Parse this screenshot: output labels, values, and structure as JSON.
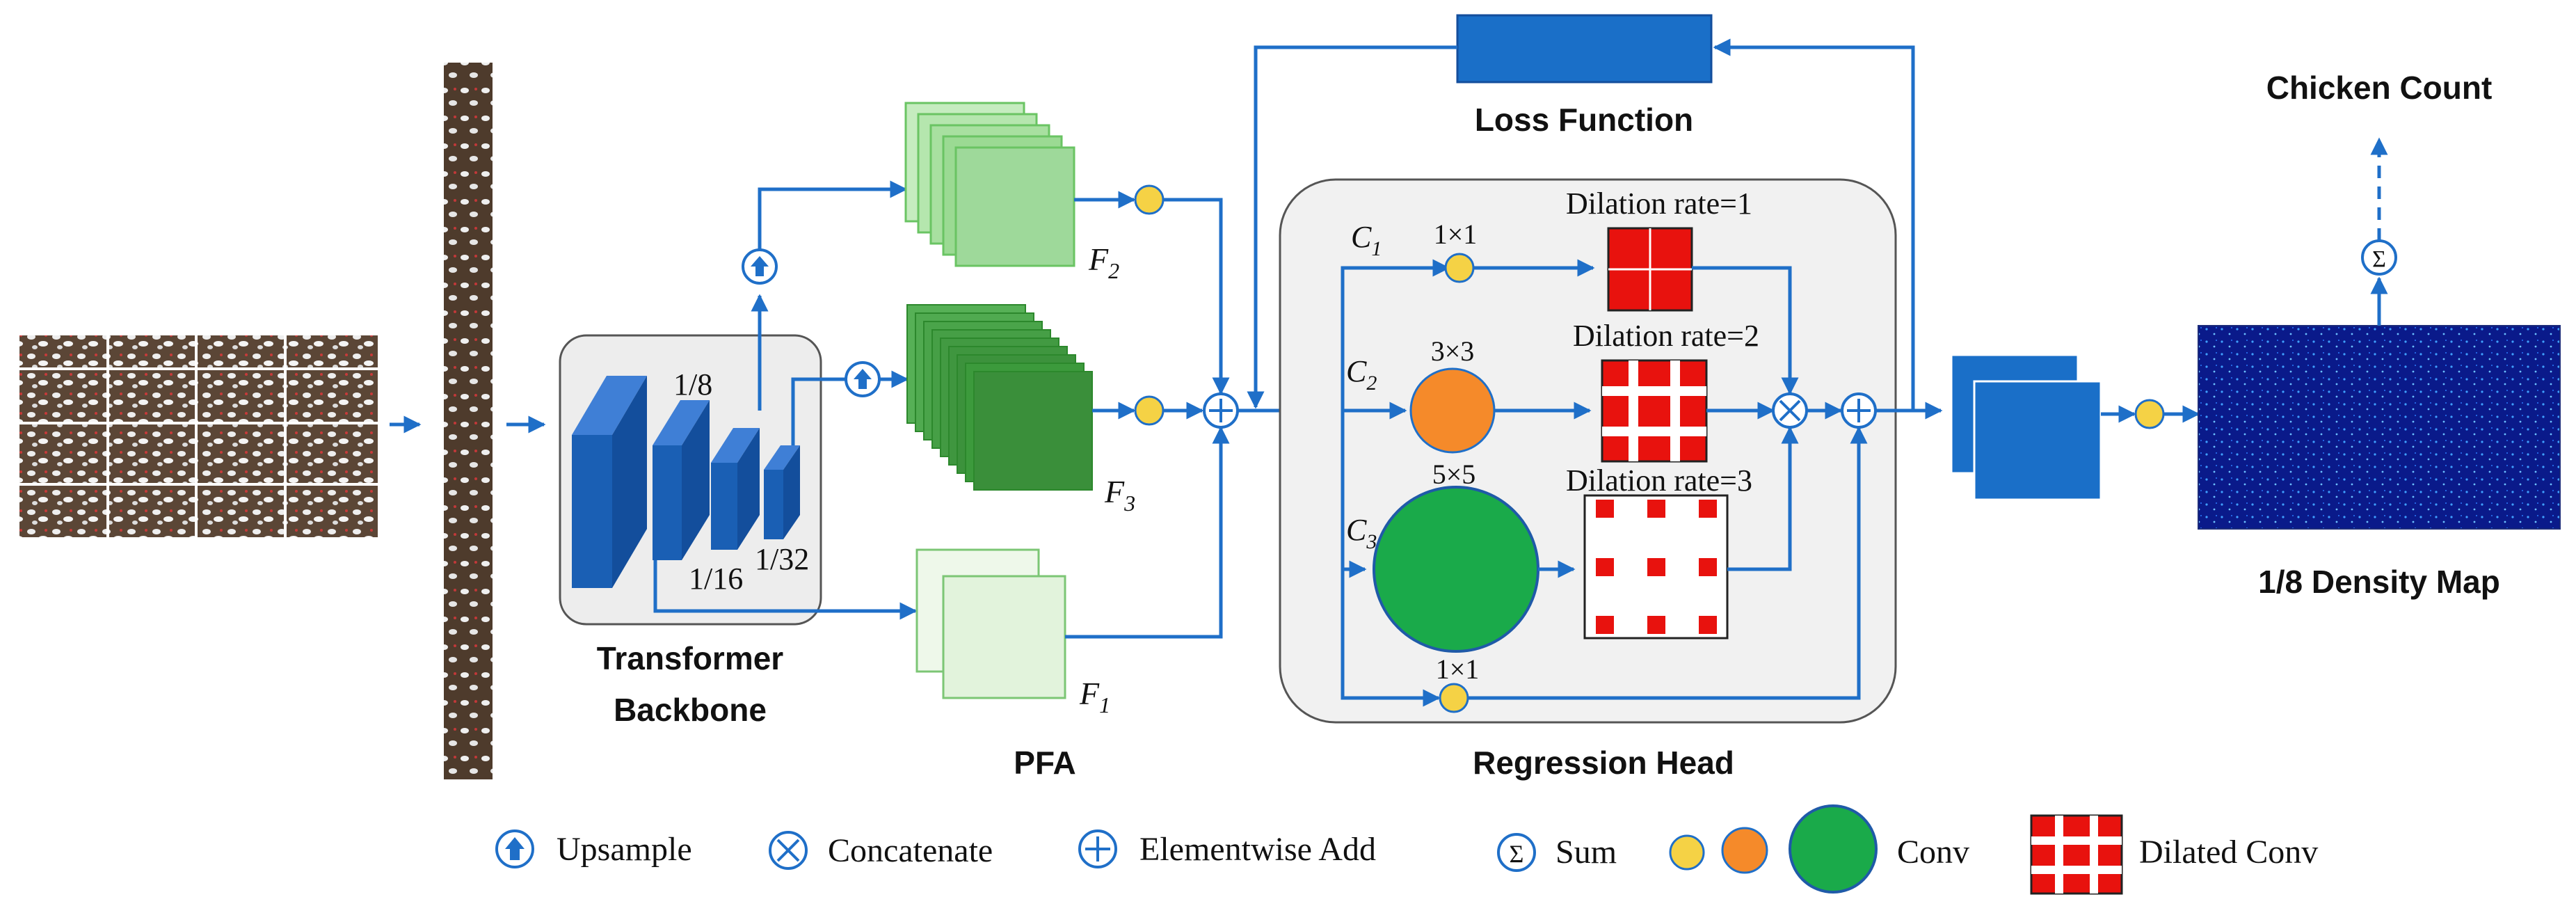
{
  "labels": {
    "transformer_backbone": [
      "Transformer",
      "Backbone"
    ],
    "scale_1_8": "1/8",
    "scale_1_16": "1/16",
    "scale_1_32": "1/32",
    "pfa": "PFA",
    "f2": "F",
    "f2_sub": "2",
    "f3": "F",
    "f3_sub": "3",
    "f1": "F",
    "f1_sub": "1",
    "loss_function": "Loss Function",
    "regression_head": "Regression Head",
    "c1": "C",
    "c1_sub": "1",
    "c2": "C",
    "c2_sub": "2",
    "c3": "C",
    "c3_sub": "3",
    "k1x1_top": "1×1",
    "k3x3": "3×3",
    "k5x5": "5×5",
    "k1x1_bottom": "1×1",
    "dilation_1": "Dilation rate=1",
    "dilation_2": "Dilation rate=2",
    "dilation_3": "Dilation rate=3",
    "chicken_count": "Chicken Count",
    "density_map": "1/8 Density Map",
    "sum_symbol": "Σ"
  },
  "legend": {
    "upsample": "Upsample",
    "concatenate": "Concatenate",
    "elementwise_add": "Elementwise Add",
    "sum": "Sum",
    "conv": "Conv",
    "dilated_conv": "Dilated Conv"
  },
  "colors": {
    "wire": "#1f6fc8",
    "backbone_block": "#1a5fb4",
    "f2_block": "#9ed99a",
    "f3_block": "#3c9a3c",
    "f1_block": "#e2f3dc",
    "conv_small": "#f5d245",
    "conv_mid": "#f58a2a",
    "conv_large": "#1aaa4a",
    "dilated": "#e8120e",
    "density_bg": "#0a1a8a",
    "panel": "#f1f1f1"
  }
}
